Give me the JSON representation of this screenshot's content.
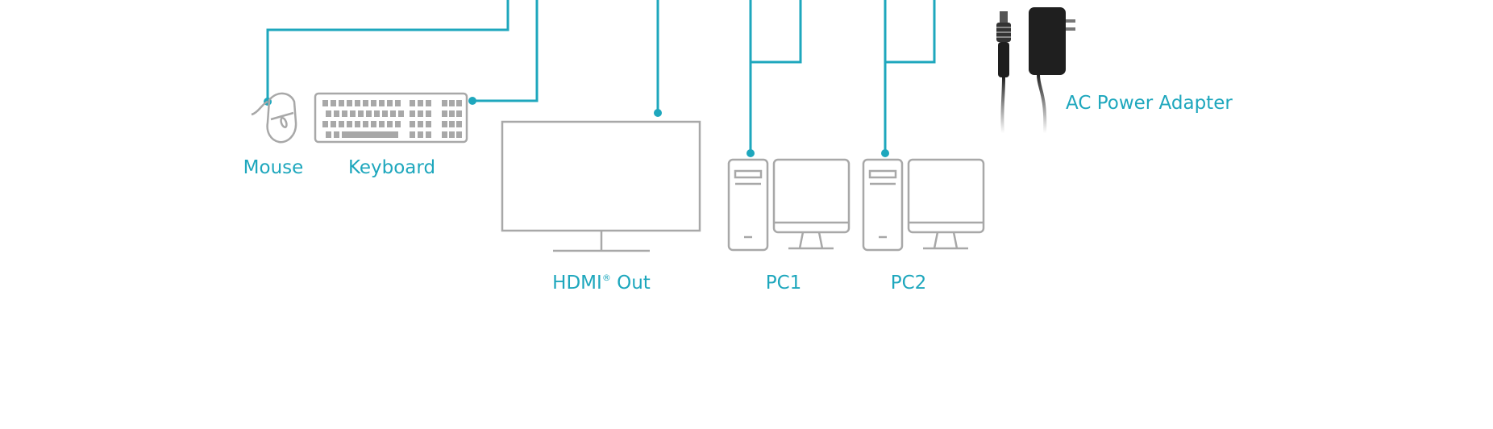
{
  "colors": {
    "accent": "#1ea7bd",
    "device_outline": "#a8a8a8",
    "adapter": "#222222",
    "background": "#ffffff"
  },
  "labels": {
    "mouse": "Mouse",
    "keyboard": "Keyboard",
    "hdmi_out": "HDMI",
    "hdmi_reg": "®",
    "hdmi_suffix": " Out",
    "pc1": "PC1",
    "pc2": "PC2",
    "ac_power": "AC Power Adapter"
  },
  "icons": {
    "mouse": "mouse-icon",
    "keyboard": "keyboard-icon",
    "monitor": "monitor-icon",
    "pc": "desktop-pc-icon",
    "adapter": "ac-power-adapter-icon"
  }
}
